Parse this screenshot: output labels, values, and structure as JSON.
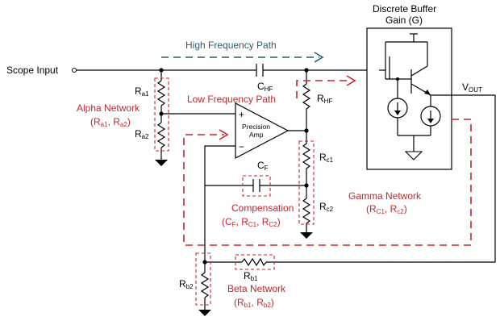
{
  "labels": {
    "scope_input": "Scope Input",
    "buffer_title_line1": "Discrete Buffer",
    "buffer_title_line2": "Gain (G)",
    "high_freq_path": "High Frequency Path",
    "low_freq_path": "Low Frequency Path",
    "chf": "C",
    "chf_sub": "HF",
    "rhf": "R",
    "rhf_sub": "HF",
    "ra1": "R",
    "ra1_sub": "a1",
    "ra2": "R",
    "ra2_sub": "a2",
    "alpha_title": "Alpha Network",
    "alpha_sub": "(R",
    "alpha_sub_a1": "a1",
    "alpha_sub_mid": ", R",
    "alpha_sub_a2": "a2",
    "alpha_sub_end": ")",
    "amp_plus": "+",
    "amp_minus": "−",
    "amp_line1": "Precision",
    "amp_line2": "Amp",
    "rc1": "R",
    "rc1_sub": "c1",
    "rc2": "R",
    "rc2_sub": "c2",
    "cf": "C",
    "cf_sub": "F",
    "comp_title": "Compensation",
    "comp_sub": "(C",
    "comp_sub_f": "F",
    "comp_sub_mid1": ", R",
    "comp_sub_c1": "C1",
    "comp_sub_mid2": ", R",
    "comp_sub_c2": "C2",
    "comp_sub_end": ")",
    "gamma_title": "Gamma Network",
    "gamma_sub": "(R",
    "gamma_sub_c1": "C1",
    "gamma_sub_mid": ", R",
    "gamma_sub_c2": "c2",
    "gamma_sub_end": ")",
    "vout": "V",
    "vout_sub": "OUT",
    "rb1": "R",
    "rb1_sub": "b1",
    "rb2": "R",
    "rb2_sub": "b2",
    "beta_title": "Beta Network",
    "beta_sub": "(R",
    "beta_sub_b1": "b1",
    "beta_sub_mid": ", R",
    "beta_sub_b2": "b2",
    "beta_sub_end": ")"
  },
  "colors": {
    "accent_red": "#c0272d",
    "accent_teal": "#2e5c6e",
    "wire": "#000000"
  }
}
